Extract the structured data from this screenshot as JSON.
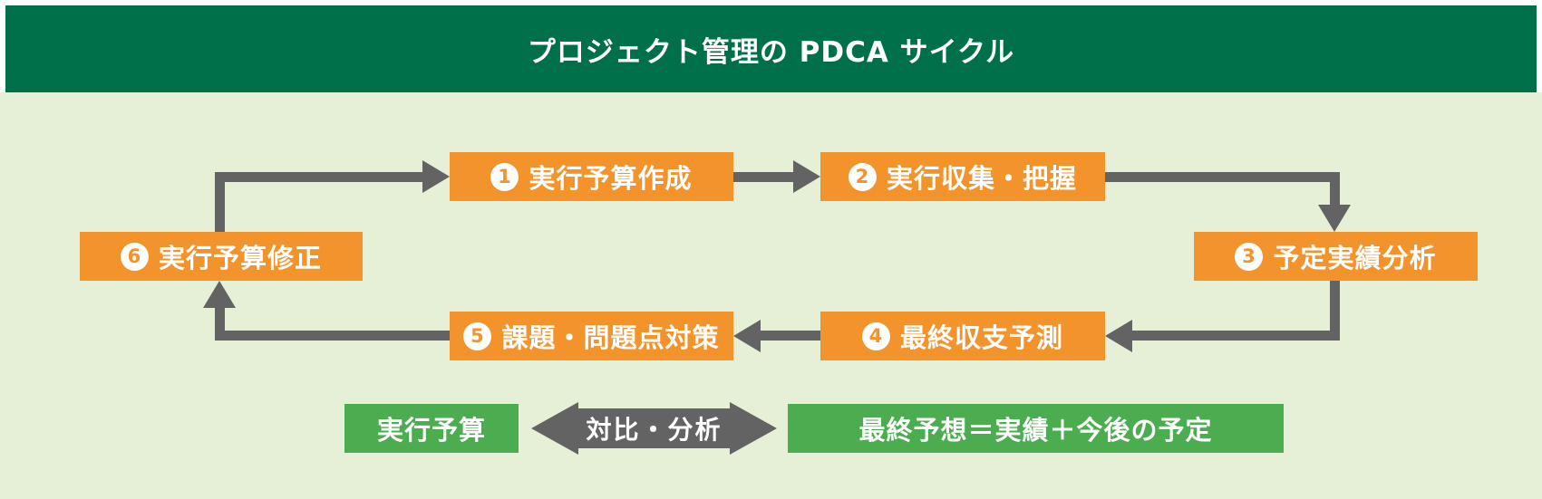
{
  "header": {
    "title": "プロジェクト管理の PDCA サイクル",
    "bg_color": "#00704a",
    "text_color": "#ffffff"
  },
  "page": {
    "outer_bg": "#ffffff",
    "body_bg": "#e6f0d7"
  },
  "cycle": {
    "box_color": "#f3932c",
    "box_text_color": "#ffffff",
    "connector_color": "#636363",
    "steps": [
      {
        "number": "1",
        "label": "実行予算作成"
      },
      {
        "number": "2",
        "label": "実行収集・把握"
      },
      {
        "number": "3",
        "label": "予定実績分析"
      },
      {
        "number": "4",
        "label": "最終収支予測"
      },
      {
        "number": "5",
        "label": "課題・問題点対策"
      },
      {
        "number": "6",
        "label": "実行予算修正"
      }
    ]
  },
  "comparison": {
    "box_color": "#4bac50",
    "arrow_color": "#636363",
    "left_box_label": "実行予算",
    "arrow_label": "対比・分析",
    "right_box_label": "最終予想＝実績＋今後の予定"
  }
}
